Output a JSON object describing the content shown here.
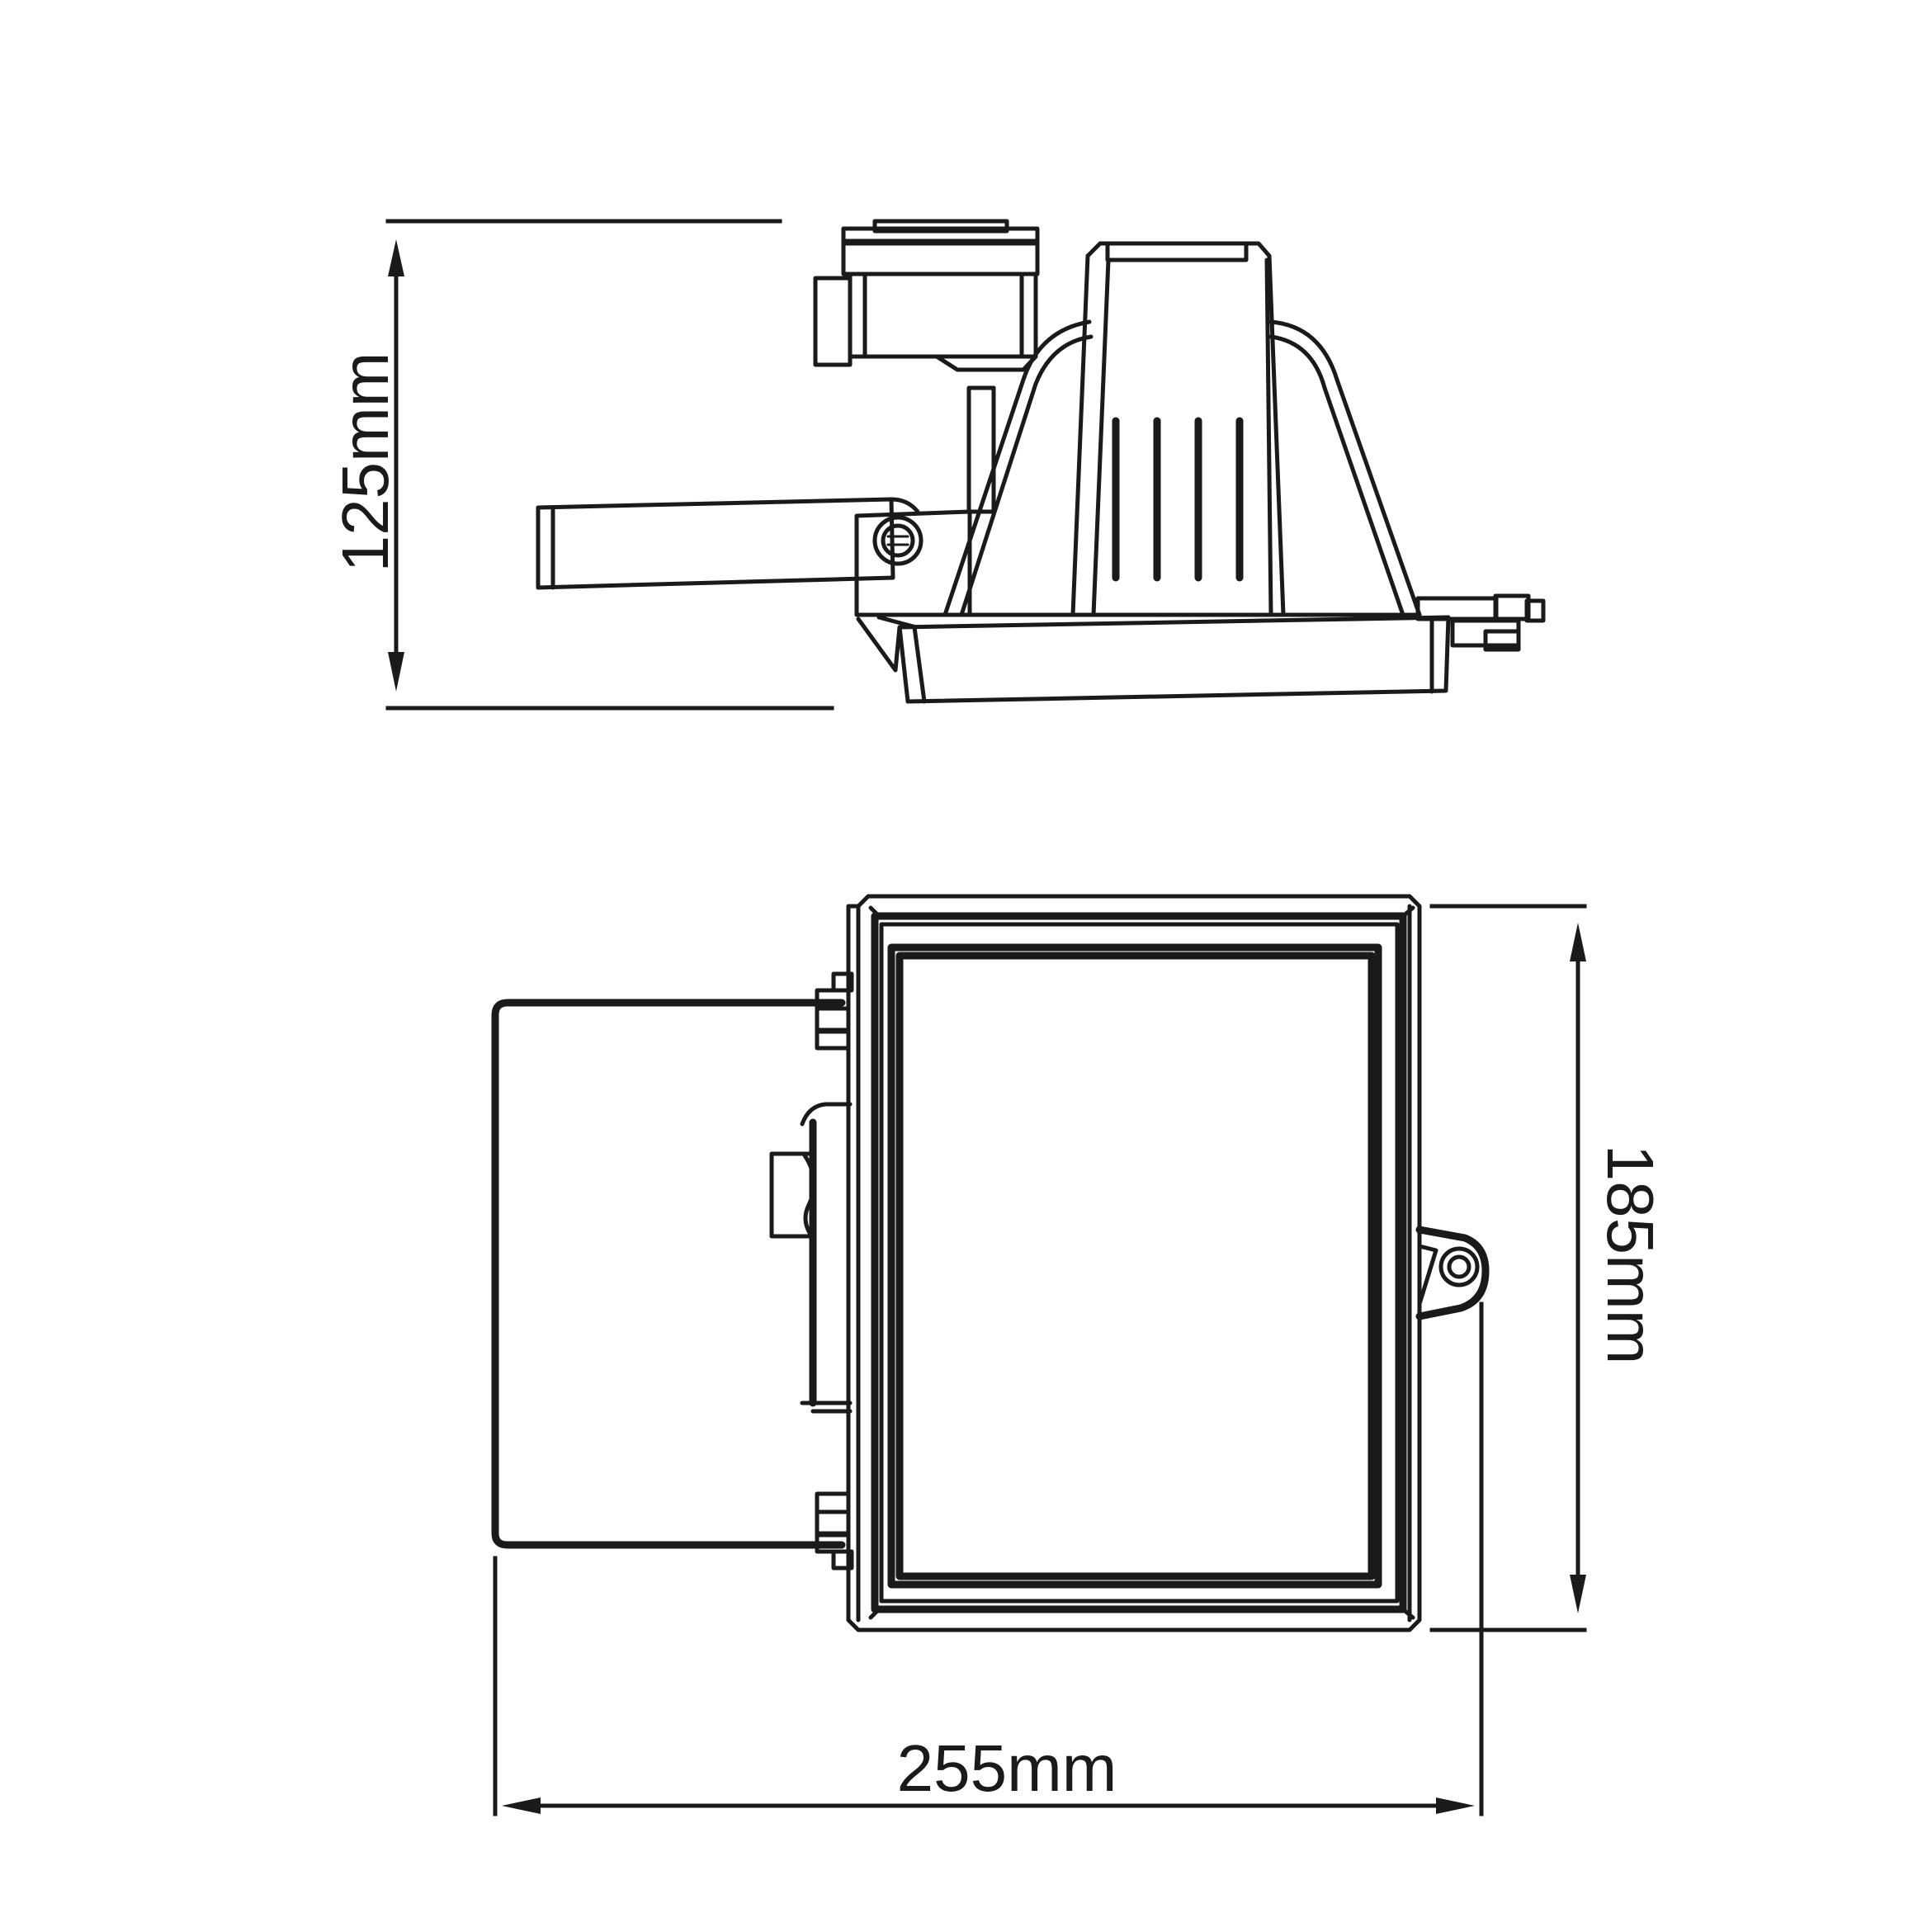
{
  "dimensions": {
    "height": "125mm",
    "depth": "185mm",
    "width": "255mm"
  },
  "colors": {
    "line": "#1a1a1a",
    "background": "#ffffff"
  }
}
